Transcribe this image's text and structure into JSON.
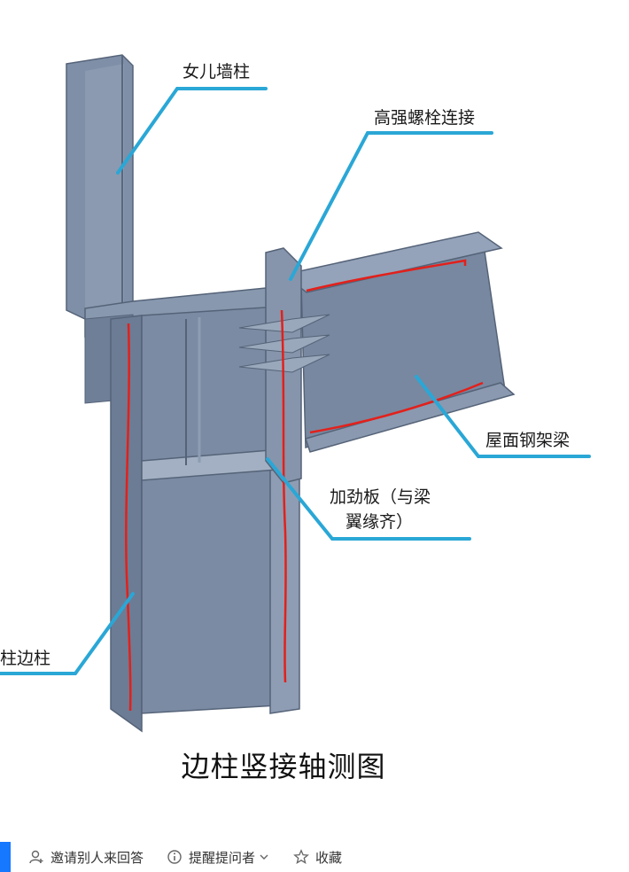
{
  "figure": {
    "labels": {
      "parapet_column": "女儿墙柱",
      "hs_bolt": "高强螺栓连接",
      "roof_beam": "屋面钢架梁",
      "stiffener_line1": "加劲板（与梁",
      "stiffener_line2": "翼缘齐）",
      "edge_column": "柱边柱"
    },
    "caption": "边柱竖接轴测图"
  },
  "actions": {
    "invite": "邀请别人来回答",
    "remind": "提醒提问者",
    "favorite": "收藏"
  },
  "colors": {
    "steel": "#7b8ba3",
    "steel_dark": "#5d6c83",
    "steel_light": "#93a2b8",
    "leader": "#2aa7d6",
    "annotation": "#e3201b",
    "accent": "#1677ff"
  }
}
